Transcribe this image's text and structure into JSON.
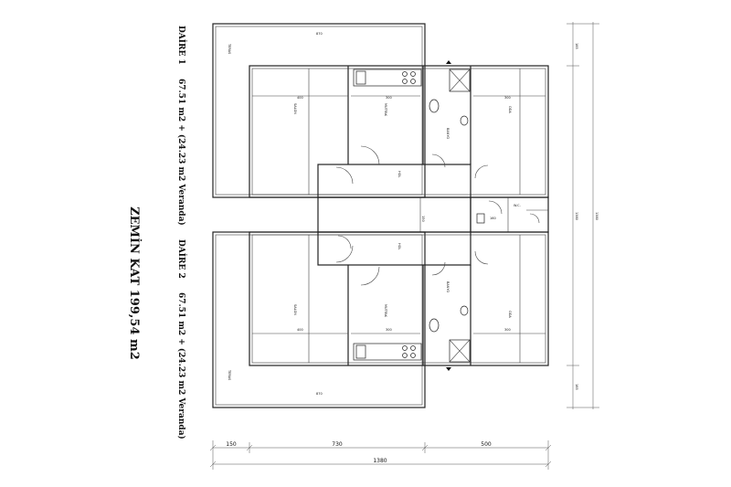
{
  "title": "ZEMİN KAT 199,54 m2",
  "units": [
    {
      "name": "DAİRE 1",
      "area": "67.51 m2 + (24.23 m2 Veranda)"
    },
    {
      "name": "DAİRE 2",
      "area": "67.51 m2 + (24.23 m2 Veranda)"
    }
  ],
  "bottom_dimensions": {
    "seg1": "150",
    "seg2": "730",
    "seg3": "500",
    "total": "1380"
  },
  "room_labels": {
    "teras": "TERAS",
    "salon": "SALON",
    "mutfak": "MUTFAK",
    "banyo": "BANYO",
    "oda": "ODA",
    "hol": "HOL",
    "wc": "W.C."
  },
  "small_dims": [
    "870",
    "560",
    "400",
    "300",
    "150",
    "160",
    "540",
    "165",
    "1380",
    "185"
  ]
}
